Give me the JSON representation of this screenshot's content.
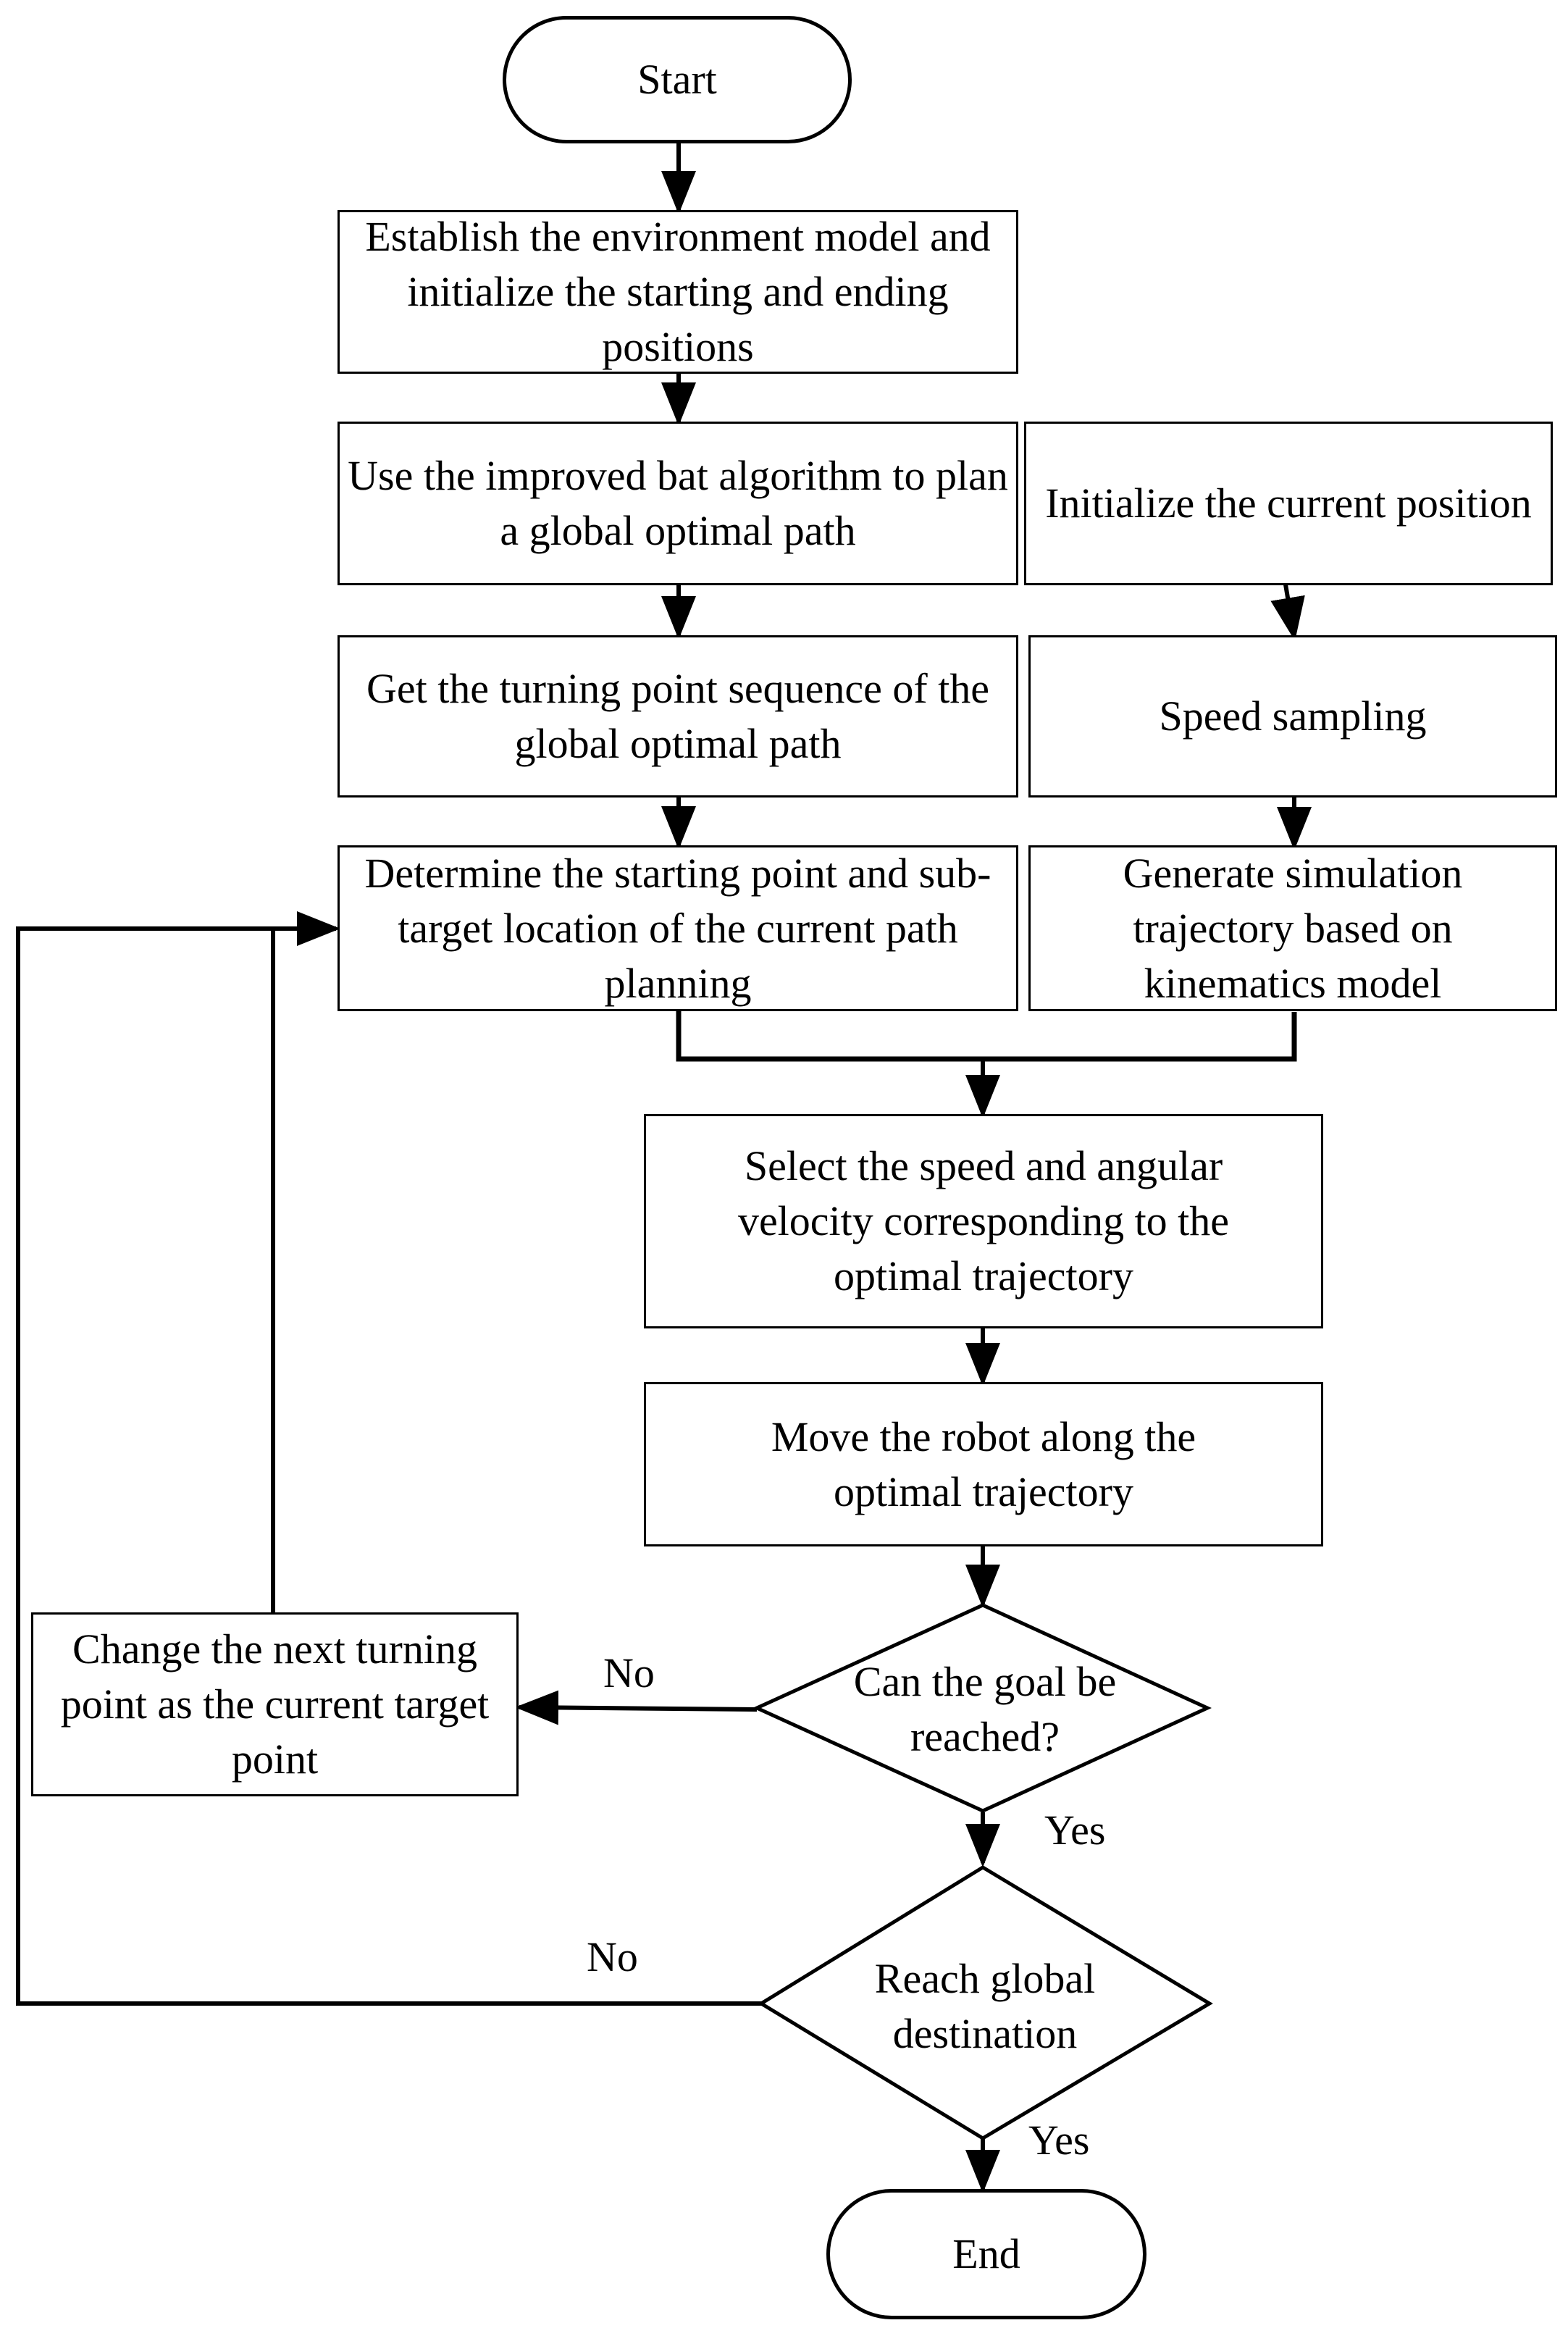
{
  "nodes": {
    "start": "Start",
    "establish": "Establish the environment model and initialize the starting and ending positions",
    "bat": "Use the improved bat algorithm to plan a global optimal path",
    "turning_seq": "Get the turning point sequence of the global optimal path",
    "determine": "Determine the starting point and sub-target location of the current path planning",
    "init_pos": "Initialize the current position",
    "speed_sampling": "Speed sampling",
    "generate": "Generate simulation trajectory based on kinematics model",
    "select": "Select the speed and angular velocity corresponding to the optimal trajectory",
    "move": "Move the robot along the optimal trajectory",
    "can_goal": "Can the goal be reached?",
    "change_next": "Change the next turning point as the current target point",
    "reach_global": "Reach global destination",
    "end": "End"
  },
  "edge_labels": {
    "goal_no": "No",
    "goal_yes": "Yes",
    "global_no": "No",
    "global_yes": "Yes"
  }
}
